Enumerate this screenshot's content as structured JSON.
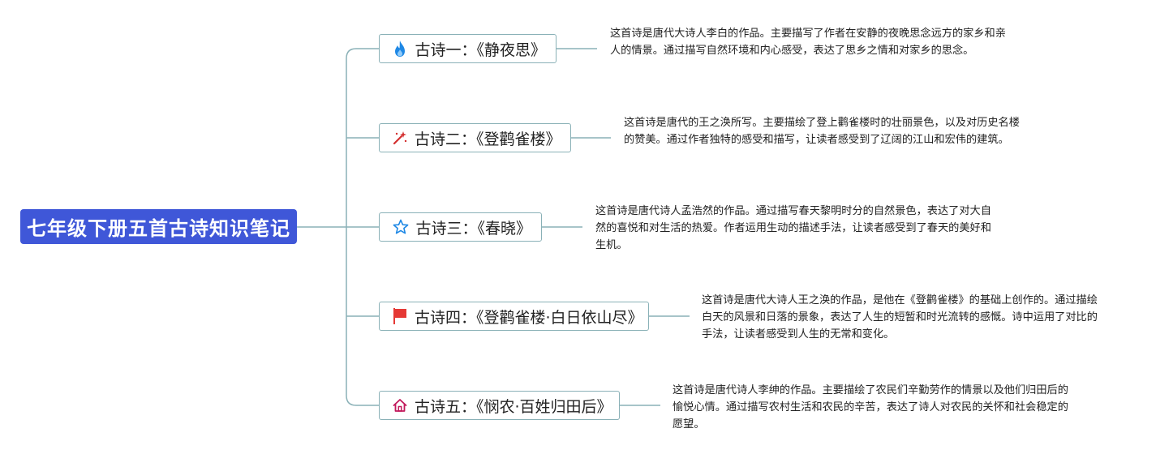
{
  "root": {
    "title": "七年级下册五首古诗知识笔记",
    "color": "#3f57d8"
  },
  "connector_color": "#8ab1b7",
  "branches": [
    {
      "icon": "fire-icon",
      "label": "古诗一：《静夜思》",
      "note": "这首诗是唐代大诗人李白的作品。主要描写了作者在安静的夜晚思念远方的家乡和亲人的情景。通过描写自然环境和内心感受，表达了思乡之情和对家乡的思念。"
    },
    {
      "icon": "magic-wand-icon",
      "label": "古诗二：《登鹳雀楼》",
      "note": "这首诗是唐代的王之涣所写。主要描绘了登上鹳雀楼时的壮丽景色，以及对历史名楼的赞美。通过作者独特的感受和描写，让读者感受到了辽阔的江山和宏伟的建筑。"
    },
    {
      "icon": "star-icon",
      "label": "古诗三：《春晓》",
      "note": "这首诗是唐代诗人孟浩然的作品。通过描写春天黎明时分的自然景色，表达了对大自然的喜悦和对生活的热爱。作者运用生动的描述手法，让读者感受到了春天的美好和生机。"
    },
    {
      "icon": "red-flag-icon",
      "label": "古诗四：《登鹳雀楼·白日依山尽》",
      "note": "这首诗是唐代大诗人王之涣的作品，是他在《登鹳雀楼》的基础上创作的。通过描绘白天的风景和日落的景象，表达了人生的短暂和时光流转的感慨。诗中运用了对比的手法，让读者感受到人生的无常和变化。"
    },
    {
      "icon": "home-icon",
      "label": "古诗五：《悯农·百姓归田后》",
      "note": "这首诗是唐代诗人李绅的作品。主要描绘了农民们辛勤劳作的情景以及他们归田后的愉悦心情。通过描写农村生活和农民的辛苦，表达了诗人对农民的关怀和社会稳定的愿望。"
    }
  ]
}
